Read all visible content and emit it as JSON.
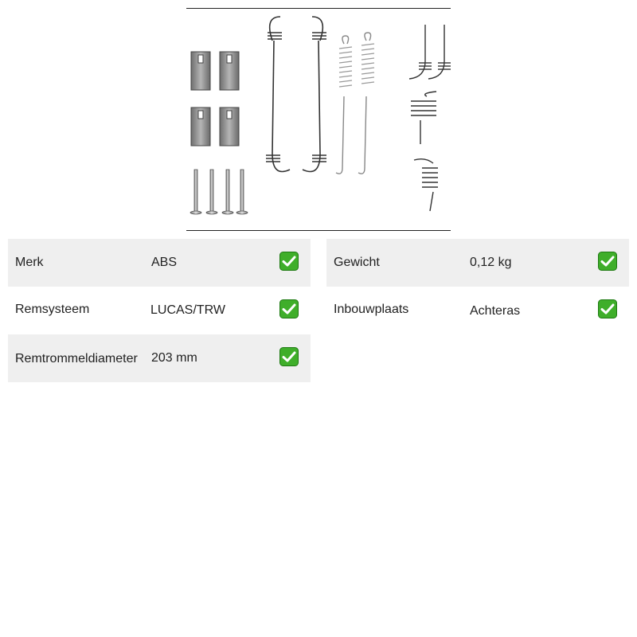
{
  "product": {
    "image_alt": "brake-accessory-kit-parts"
  },
  "specs": {
    "left": [
      {
        "label": "Merk",
        "value": "ABS"
      },
      {
        "label": "Remsysteem",
        "value": "LUCAS/TRW"
      },
      {
        "label": "Remtrommeldiameter",
        "value": "203 mm"
      }
    ],
    "right": [
      {
        "label": "Gewicht",
        "value": "0,12 kg"
      },
      {
        "label": "Inbouwplaats",
        "value": "Achteras"
      }
    ]
  },
  "icons": {
    "check": "check-mark-button-icon"
  },
  "colors": {
    "row_shade": "#efefef",
    "check_green": "#3fae2a",
    "check_border": "#1e7a12"
  }
}
